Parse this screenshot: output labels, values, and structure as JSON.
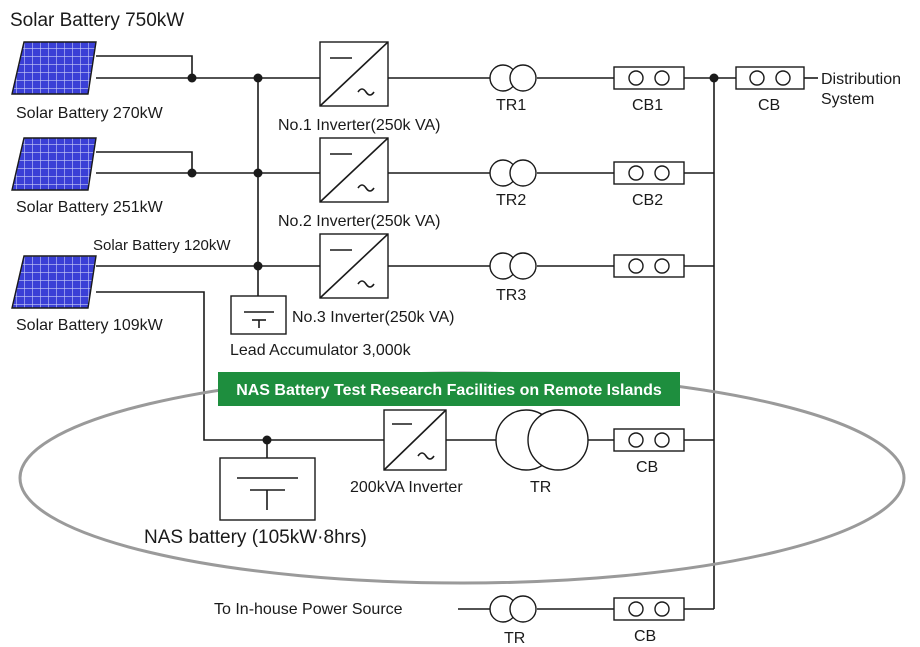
{
  "title": "Solar Battery 750kW",
  "solar": {
    "panel1": "Solar Battery 270kW",
    "panel2": "Solar Battery 251kW",
    "panel3a": "Solar Battery 120kW",
    "panel3b": "Solar Battery 109kW"
  },
  "inverters": {
    "inv1": "No.1 Inverter(250k VA)",
    "inv2": "No.2 Inverter(250k VA)",
    "inv3": "No.3 Inverter(250k VA)",
    "inv_nas": "200kVA Inverter"
  },
  "transformers": {
    "tr1": "TR1",
    "tr2": "TR2",
    "tr3": "TR3",
    "tr_nas": "TR",
    "tr_inhouse": "TR"
  },
  "breakers": {
    "cb1": "CB1",
    "cb2": "CB2",
    "cb_nas": "CB",
    "cb_inhouse": "CB",
    "cb_dist": "CB"
  },
  "distribution": {
    "line1": "Distribution",
    "line2": "System"
  },
  "lead_accumulator": "Lead Accumulator 3,000k",
  "banner": "NAS Battery Test Research Facilities on Remote Islands",
  "nas_battery": "NAS battery (105kW·8hrs)",
  "inhouse": "To In-house Power Source",
  "colors": {
    "panel_fill": "#3a3fd6",
    "panel_grid": "#c9cdf7",
    "banner_bg": "#1e8e3e",
    "ellipse": "#9a9a9a"
  }
}
